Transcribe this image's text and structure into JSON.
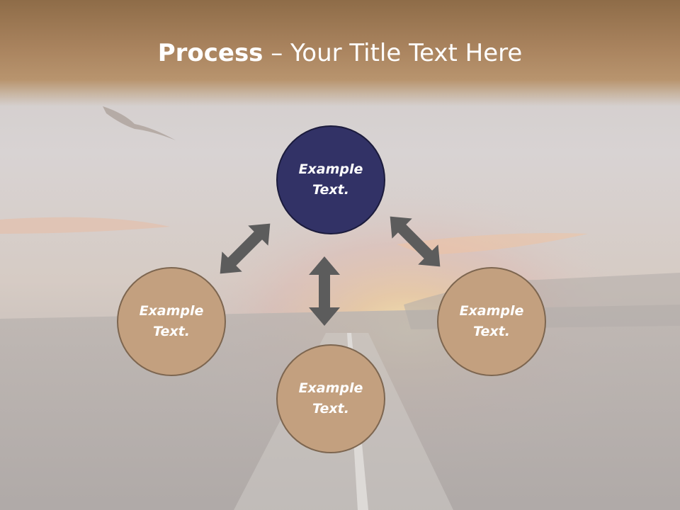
{
  "slide": {
    "title_strong": "Process",
    "title_rest": " – Your Title Text Here"
  },
  "diagram": {
    "center": {
      "label": "Example\nText.",
      "color": "#323266"
    },
    "left": {
      "label": "Example\nText.",
      "color": "#c3a07f"
    },
    "right": {
      "label": "Example\nText.",
      "color": "#c3a07f"
    },
    "bottom": {
      "label": "Example\nText.",
      "color": "#c3a07f"
    },
    "arrow_color": "#5c5c5c"
  },
  "icons": [
    "double-arrow-icon",
    "bird-icon"
  ]
}
